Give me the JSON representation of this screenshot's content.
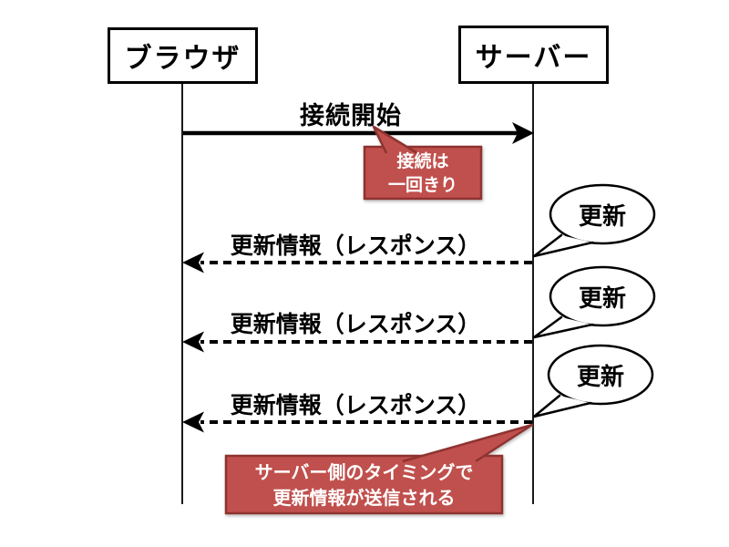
{
  "slide": {
    "background": "#ffffff",
    "actors": [
      {
        "id": "browser",
        "label": "ブラウザ"
      },
      {
        "id": "server",
        "label": "サーバー"
      }
    ],
    "messages": [
      {
        "label": "接続開始",
        "style": "solid",
        "direction": "browser-to-server"
      },
      {
        "label": "更新情報（レスポンス）",
        "style": "dashed",
        "direction": "server-to-browser"
      },
      {
        "label": "更新情報（レスポンス）",
        "style": "dashed",
        "direction": "server-to-browser"
      },
      {
        "label": "更新情報（レスポンス）",
        "style": "dashed",
        "direction": "server-to-browser"
      }
    ],
    "bubbles": [
      {
        "label": "更新"
      },
      {
        "label": "更新"
      },
      {
        "label": "更新"
      }
    ],
    "callouts": [
      {
        "line1": "接続は",
        "line2": "一回きり"
      },
      {
        "line1": "サーバー側のタイミングで",
        "line2": "更新情報が送信される"
      }
    ],
    "colors": {
      "line": "#000000",
      "callout_fill": "#c0504d",
      "callout_border": "#8e3330",
      "text": "#000000",
      "callout_text": "#ffffff"
    }
  }
}
